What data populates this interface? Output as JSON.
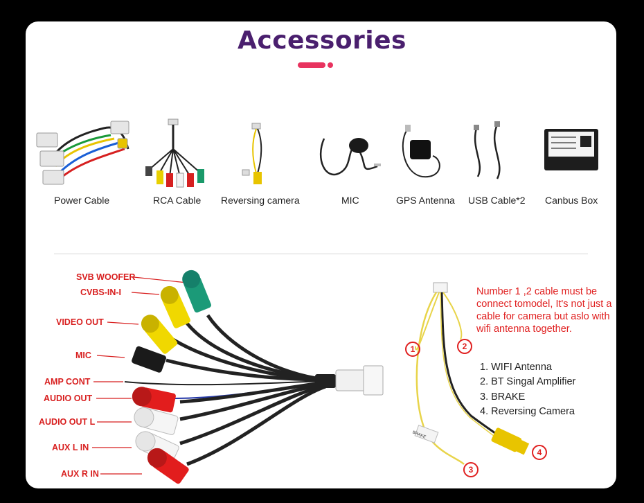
{
  "title": "Accessories",
  "accent_colors": {
    "title": "#4a1f6e",
    "bar": "#e8335f",
    "labels": "#d81f1f"
  },
  "products": [
    {
      "label": "Power Cable"
    },
    {
      "label": "RCA Cable"
    },
    {
      "label": "Reversing  camera"
    },
    {
      "label": "MIC"
    },
    {
      "label": "GPS Antenna"
    },
    {
      "label": "USB Cable*2"
    },
    {
      "label": "Canbus Box"
    }
  ],
  "rca_labels": [
    "SVB WOOFER",
    "CVBS-IN-I",
    "VIDEO OUT",
    "MIC",
    "AMP CONT",
    "AUDIO OUT",
    "AUDIO OUT L",
    "AUX L IN",
    "AUX R IN"
  ],
  "note": "Number 1 ,2 cable must be connect tomodel, It's not just a cable for camera but aslo with wifi antenna together.",
  "functions": [
    "1. WIFI Antenna",
    "2. BT Singal Amplifier",
    "3. BRAKE",
    "4. Reversing Camera"
  ],
  "markers": [
    "1",
    "2",
    "3",
    "4"
  ],
  "brake_tag": "BRAKE"
}
